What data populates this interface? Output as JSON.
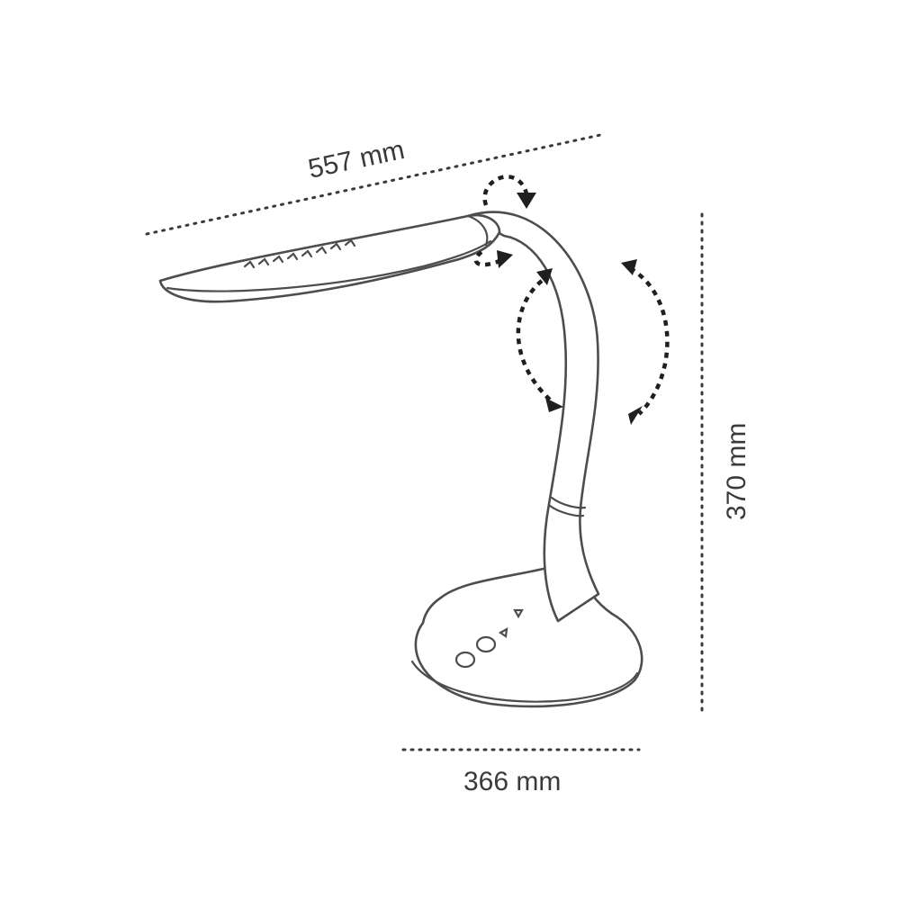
{
  "dimensions": {
    "length": "557 mm",
    "height": "370 mm",
    "base_width": "366 mm"
  },
  "colors": {
    "line": "#4d4d4d",
    "arrow": "#1f1f1f",
    "text": "#3a3a3a"
  },
  "icons": [
    "touch-button-icon",
    "touch-button-icon",
    "brightness-icon",
    "brightness-icon"
  ]
}
